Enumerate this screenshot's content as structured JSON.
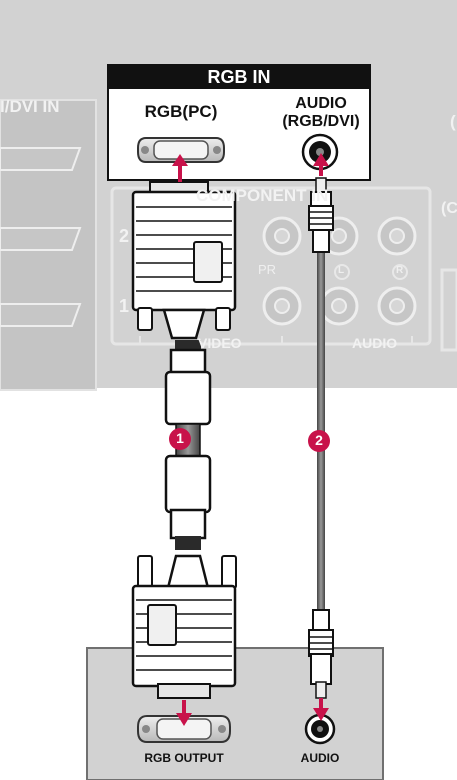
{
  "tv_panel": {
    "hdmi_label": "I/DVI IN",
    "rgb_in_title": "RGB IN",
    "rgb_pc_label": "RGB(PC)",
    "audio_label_line1": "AUDIO",
    "audio_label_line2": "(RGB/DVI)",
    "component_label": "COMPONENT IN",
    "row2": "2",
    "row1": "1",
    "video_label": "VIDEO",
    "audio_bottom_label": "AUDIO",
    "pr_label": "PR",
    "left_label": "L",
    "right_label": "R",
    "edge_right_top": "(",
    "edge_right_mid": "(C"
  },
  "callouts": {
    "rgb_cable": "1",
    "audio_cable": "2"
  },
  "source_device": {
    "rgb_output_label": "RGB OUTPUT",
    "audio_label": "AUDIO"
  },
  "colors": {
    "accent": "#c8124a",
    "panel": "#d2d2d2",
    "black": "#111111"
  }
}
